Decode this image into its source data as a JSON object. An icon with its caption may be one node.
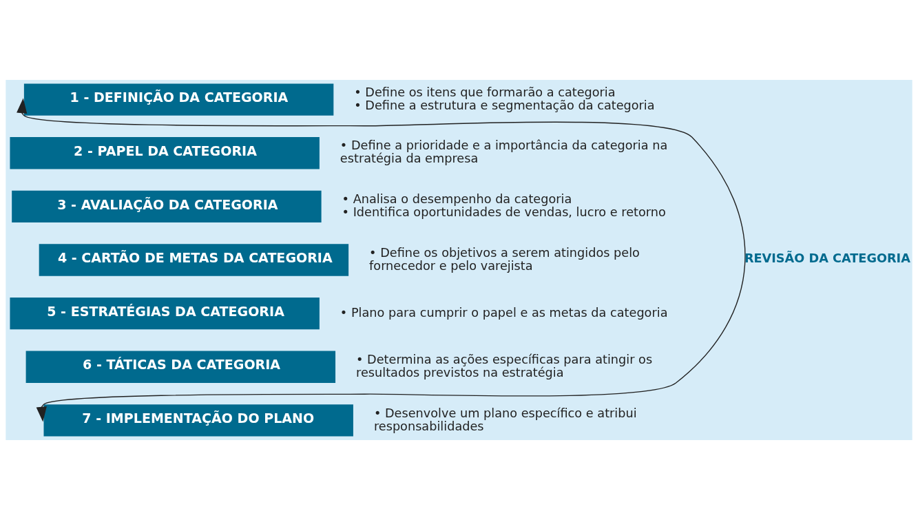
{
  "diagram": {
    "nodes": [
      {
        "text": [
          "1 - DEFINIÇÃO DA CATEGORIA"
        ],
        "beside": [
          "• Define os itens que formarão a categoria",
          "• Define a estrutura e segmentação da categoria"
        ]
      },
      {
        "text": [
          "2 - PAPEL DA CATEGORIA"
        ],
        "beside": [
          "• Define a prioridade e a importância da categoria na estratégia da empresa"
        ]
      },
      {
        "text": [
          "3 - AVALIAÇÃO DA CATEGORIA"
        ],
        "beside": [
          "• Analisa o desempenho da categoria",
          "• Identifica oportunidades de vendas, lucro e retorno"
        ]
      },
      {
        "text": [
          "4 - CARTÃO DE METAS DA CATEGORIA"
        ],
        "beside": [
          "• Define os objetivos a serem atingidos pelo fornecedor e pelo varejista"
        ]
      },
      {
        "text": [
          "5 - ESTRATÉGIAS DA CATEGORIA"
        ],
        "beside": [
          "• Plano para cumprir o papel e as metas da categoria"
        ]
      },
      {
        "text": [
          "6 - TÁTICAS DA CATEGORIA"
        ],
        "beside": [
          "• Determina as ações específicas para atingir os resultados previstos na estratégia"
        ]
      },
      {
        "text": [
          "7 - IMPLEMENTAÇÃO DO PLANO"
        ],
        "beside": [
          "• Desenvolve um plano específico e atribui responsabilidades"
        ]
      }
    ],
    "edges": [
      {
        "from": 6,
        "to": 0,
        "arrow": "both",
        "label": "REVISÃO DA CATEGORIA"
      }
    ]
  }
}
